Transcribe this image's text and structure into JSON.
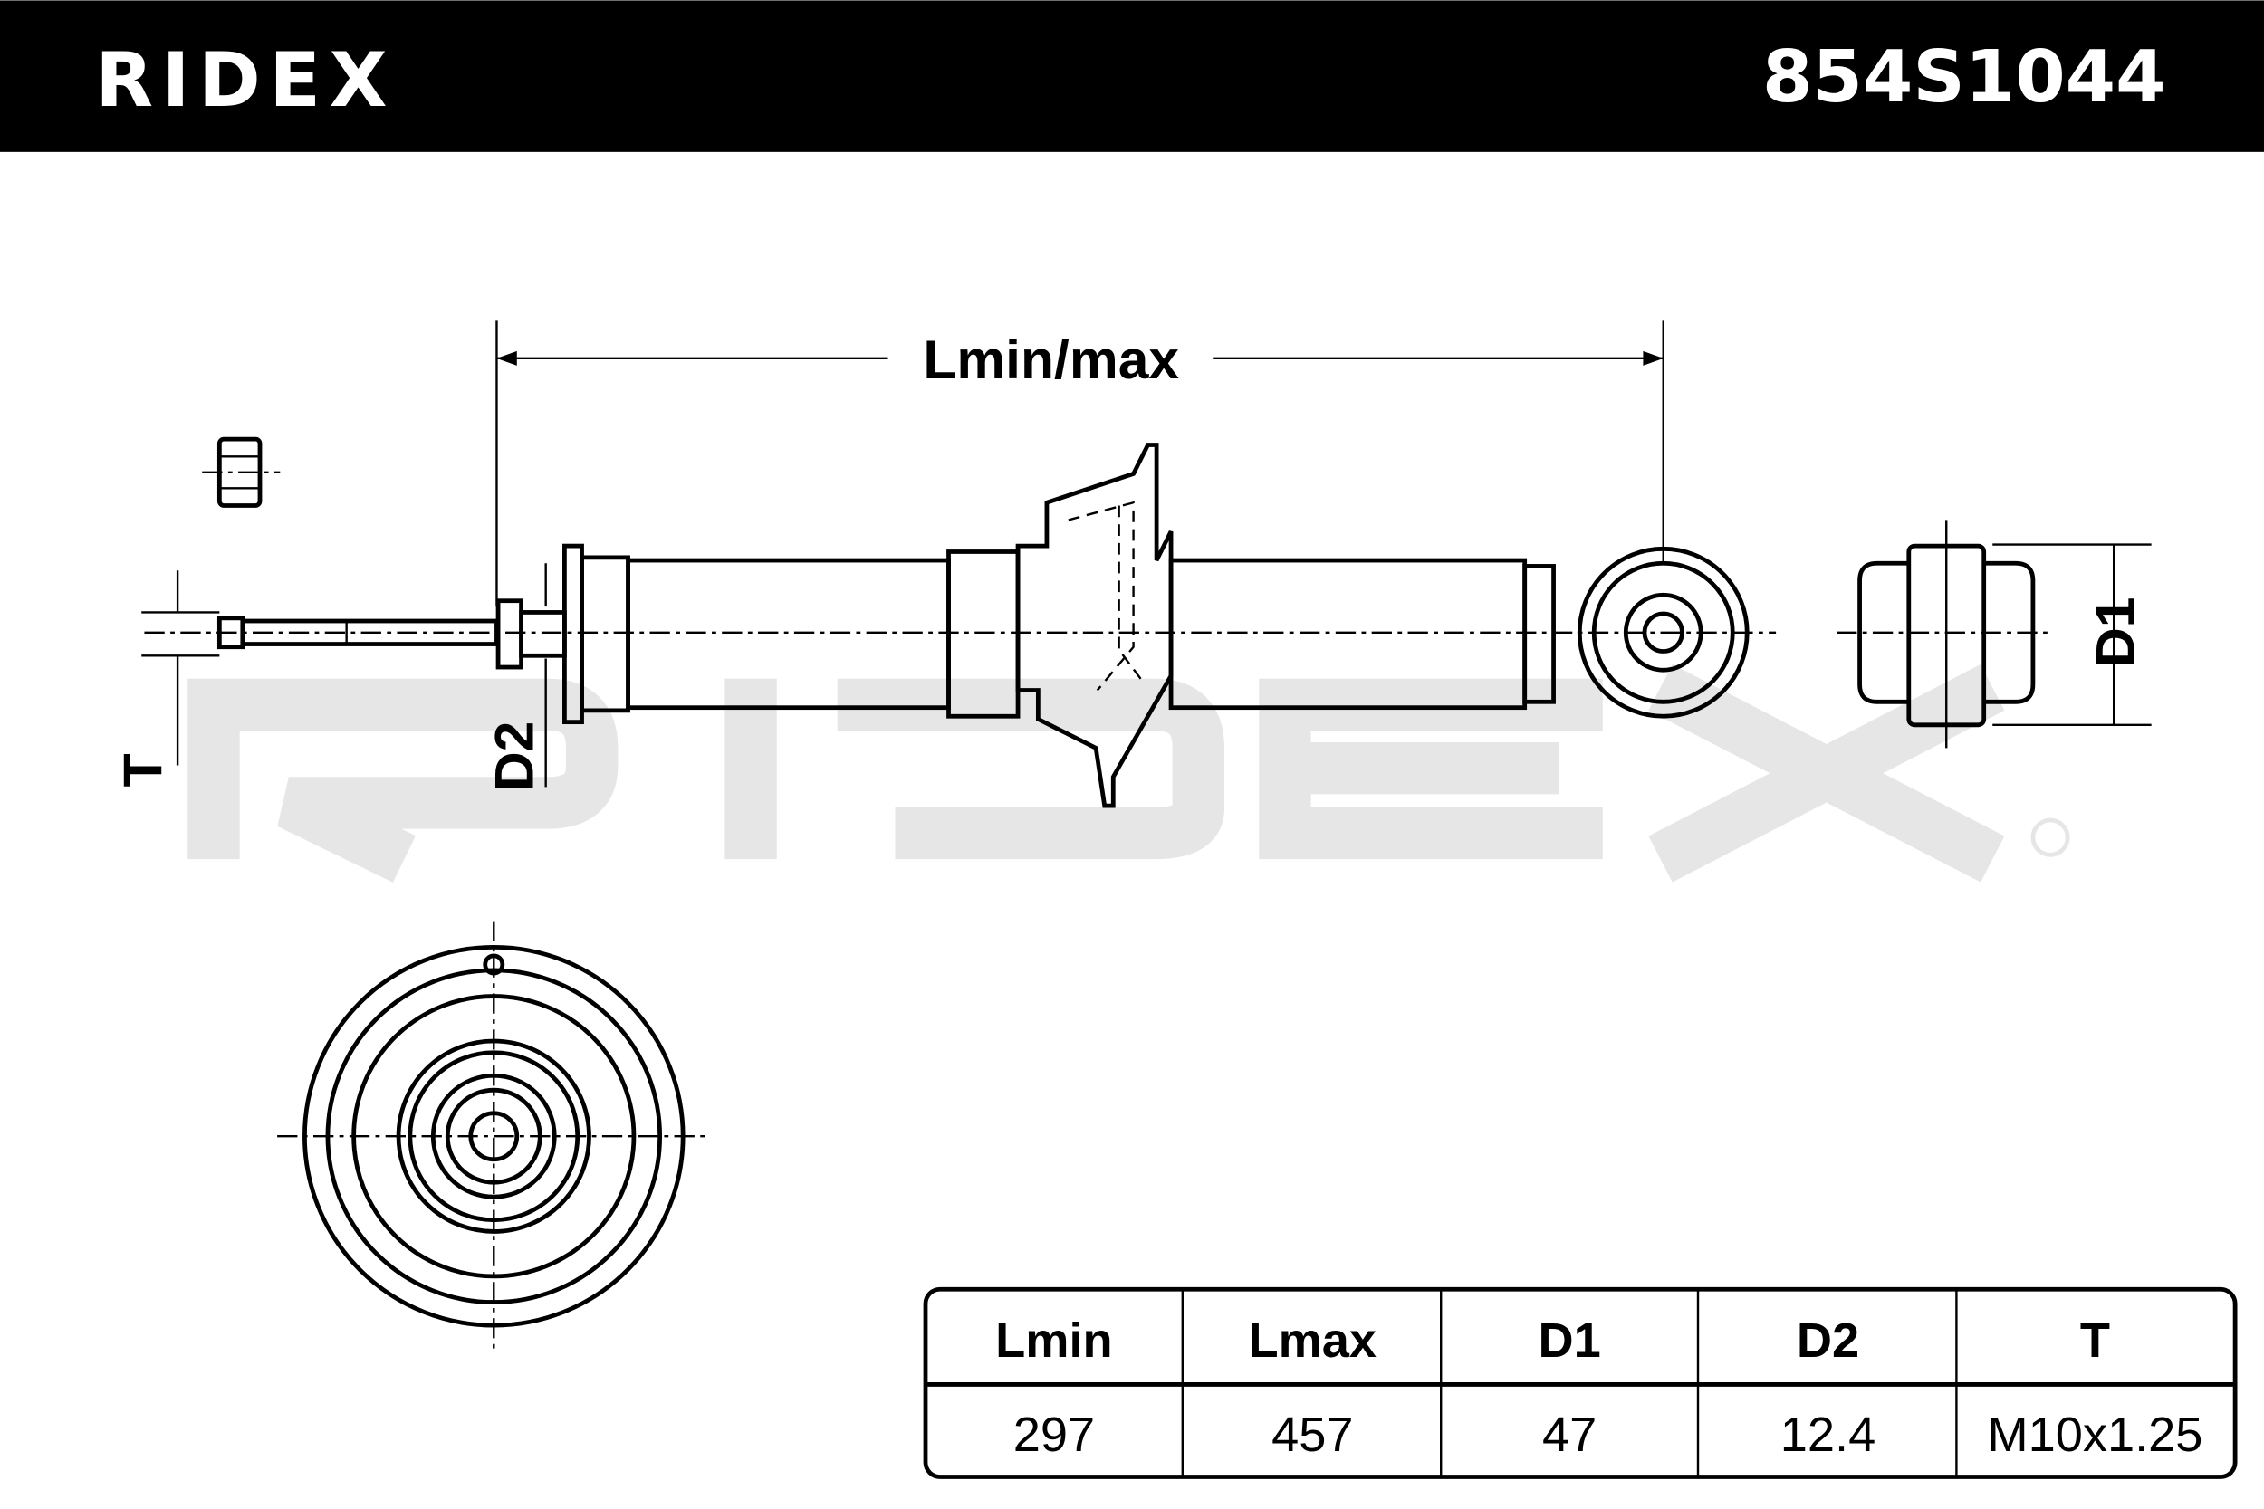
{
  "header": {
    "brand": "RIDEX",
    "part_number": "854S1044"
  },
  "drawing": {
    "watermark": "RIDEX",
    "labels": {
      "length": "Lmin/max",
      "d1": "D1",
      "d2": "D2",
      "t": "T"
    }
  },
  "spec_table": {
    "headers": [
      "Lmin",
      "Lmax",
      "D1",
      "D2",
      "T"
    ],
    "values": [
      "297",
      "457",
      "47",
      "12.4",
      "M10x1.25"
    ]
  }
}
